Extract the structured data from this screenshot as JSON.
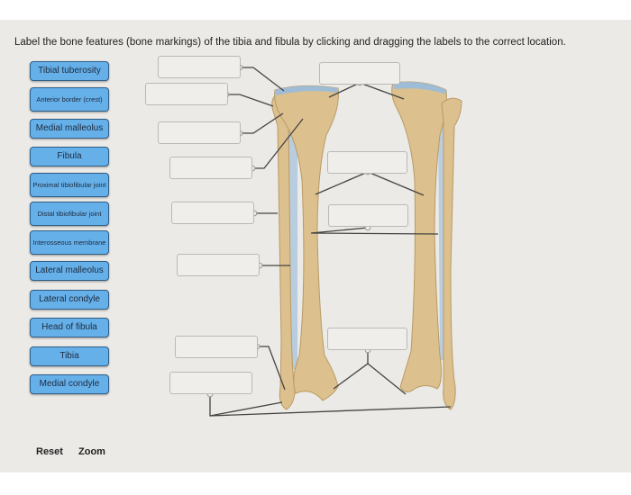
{
  "instruction": "Label the bone features (bone markings) of the tibia and fibula by clicking and dragging the labels to the correct location.",
  "labels": [
    "Tibial tuberosity",
    "Anterior border (crest)",
    "Medial malleolus",
    "Fibula",
    "Proximal tibiofibular joint",
    "Distal tibiofibular joint",
    "Interosseous membrane",
    "Lateral malleolus",
    "Lateral condyle",
    "Head of fibula",
    "Tibia",
    "Medial condyle"
  ],
  "drop_targets_count": 12,
  "controls": {
    "reset": "Reset",
    "zoom": "Zoom"
  },
  "colors": {
    "label_fill": "#66b0ea",
    "bone": "#dcc08d",
    "cartilage": "#9fbcd6"
  }
}
